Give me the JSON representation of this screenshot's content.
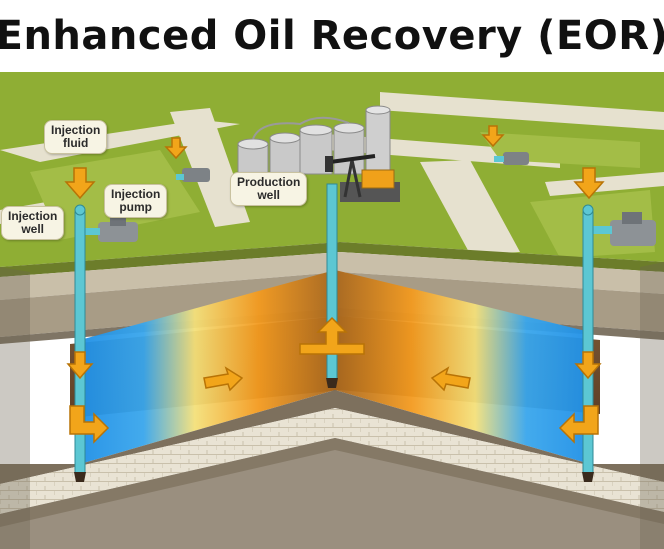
{
  "title": "Enhanced Oil Recovery (EOR)",
  "labels": {
    "injection_fluid": [
      "Injection",
      "fluid"
    ],
    "injection_pump": [
      "Injection",
      "pump"
    ],
    "injection_well": [
      "Injection",
      "well"
    ],
    "production_well": [
      "Production",
      "well"
    ]
  },
  "colors": {
    "ground": "#8fae34",
    "road": "#e6e1cf",
    "soil": "#b5aa97",
    "rock_layer": "#7f7565",
    "water": "#2f9be8",
    "oil": "#f29a1e",
    "arrow": "#f2a51a",
    "well_pipe": "#5cc7d3"
  },
  "icons": [
    "down-arrow-icon",
    "right-arrow-icon",
    "left-arrow-icon",
    "up-arrow-icon",
    "pump-icon",
    "tank-icon",
    "pumpjack-icon"
  ]
}
